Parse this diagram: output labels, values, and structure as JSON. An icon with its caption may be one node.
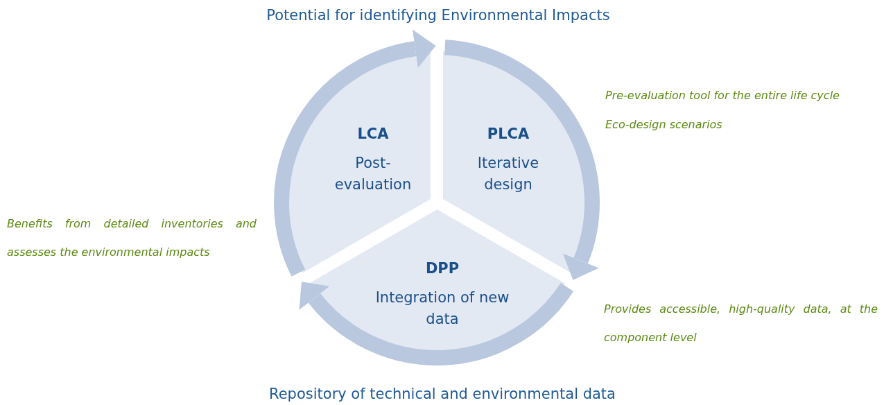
{
  "diagram": {
    "title": "Potential for identifying Environmental Impacts",
    "caption": "Repository of technical and environmental data",
    "nodes": [
      {
        "text": [
          "LCA",
          "Post-evaluation"
        ]
      },
      {
        "text": [
          "PLCA",
          "Iterative design"
        ]
      },
      {
        "text": [
          "DPP",
          "Integration of new data"
        ]
      }
    ],
    "edges": [
      {
        "from": 0,
        "to": 1,
        "arrow": "to"
      },
      {
        "from": 1,
        "to": 2,
        "arrow": "to"
      },
      {
        "from": 2,
        "to": 0,
        "arrow": "to"
      }
    ],
    "labels": [
      "Pre-evaluation tool for the entire life cycle",
      "Eco-design scenarios",
      "Benefits from detailed inventories and assesses the environmental impacts",
      "Provides accessible, high-quality data, at the component level"
    ]
  }
}
